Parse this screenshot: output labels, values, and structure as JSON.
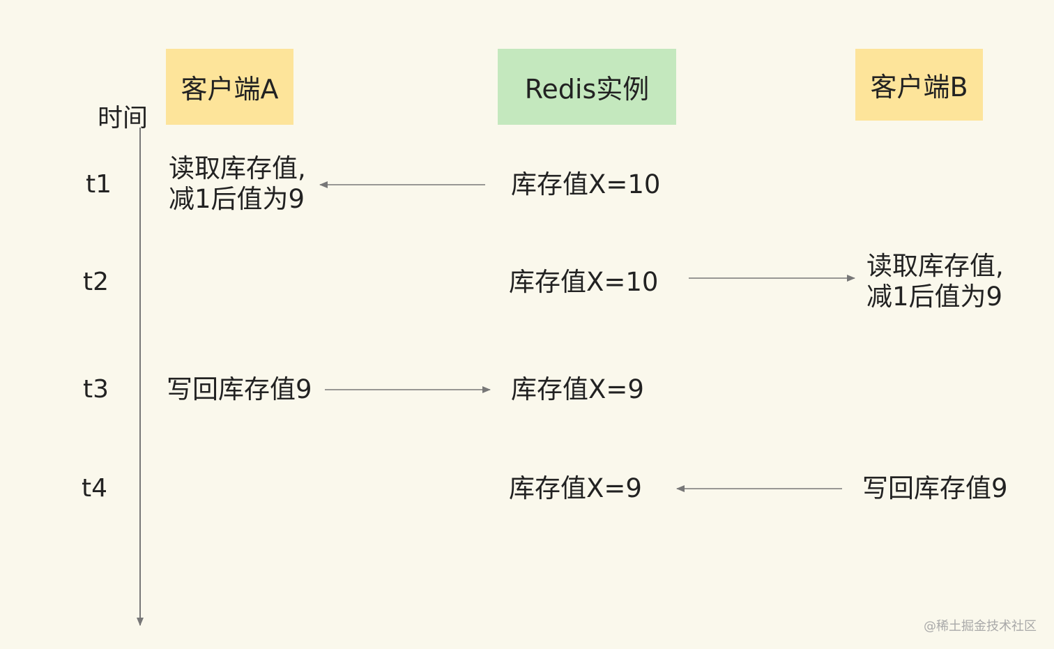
{
  "headers": {
    "client_a": "客户端A",
    "redis": "Redis实例",
    "client_b": "客户端B"
  },
  "time_axis": {
    "label": "时间",
    "ticks": [
      "t1",
      "t2",
      "t3",
      "t4"
    ]
  },
  "steps": {
    "t1": {
      "client_a": [
        "读取库存值,",
        "减1后值为9"
      ],
      "redis": "库存值X=10",
      "direction": "redis-to-client-a"
    },
    "t2": {
      "redis": "库存值X=10",
      "client_b": [
        "读取库存值,",
        "减1后值为9"
      ],
      "direction": "redis-to-client-b"
    },
    "t3": {
      "client_a": "写回库存值9",
      "redis": "库存值X=9",
      "direction": "client-a-to-redis"
    },
    "t4": {
      "redis": "库存值X=9",
      "client_b": "写回库存值9",
      "direction": "client-b-to-redis"
    }
  },
  "watermark": "@稀土掘金技术社区",
  "colors": {
    "background": "#faf8ec",
    "client_header": "#fde49a",
    "redis_header": "#c4e8be",
    "arrow": "#777777"
  }
}
